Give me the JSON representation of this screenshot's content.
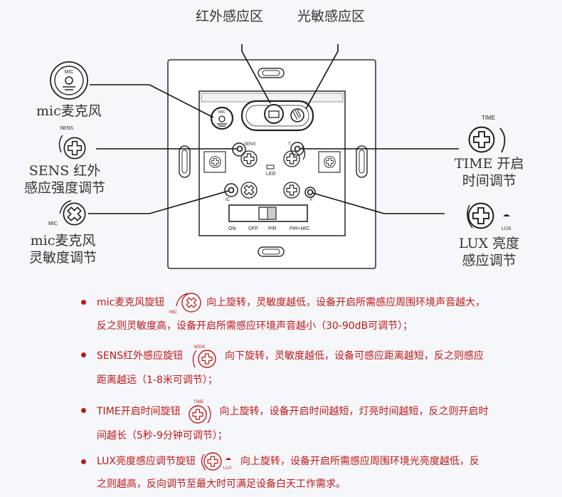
{
  "callouts": {
    "pir_zone": "红外感应区",
    "light_zone": "光敏感应区",
    "mic": "mic麦克风",
    "sens_line1": "SENS 红外",
    "sens_line2": "感应强度调节",
    "mic_sens_line1": "mic麦克风",
    "mic_sens_line2": "灵敏度调节",
    "time_line1": "TIME 开启",
    "time_line2": "时间调节",
    "lux_line1": "LUX 亮度",
    "lux_line2": "感应调节"
  },
  "icon_labels": {
    "mic": "MIC",
    "sens": "SENS",
    "time": "TIME",
    "lux": "LUX",
    "led": "LED"
  },
  "switch_positions": [
    "ON",
    "OFF",
    "PIR",
    "PIR+MIC"
  ],
  "bullets": [
    {
      "lead": "mic麦克风旋钮",
      "line1": "向上旋转，灵敏度越低，设备开启所需感应周围环境声音越大，",
      "line2": "反之则灵敏度高，设备开启所需感应环境声音越小（30-90dB可调节）；"
    },
    {
      "lead": "SENS红外感应旋钮",
      "line1": "向下旋转，灵敏度越低，设备可感应距离越短，反之则感应",
      "line2": "距离越远（1-8米可调节）；"
    },
    {
      "lead": "TIME开启时间旋钮",
      "line1": "向上旋转，设备开启时间越短，灯亮时间越短，反之则开启时",
      "line2": "间越长（5秒-9分钟可调节）；"
    },
    {
      "lead": "LUX亮度感应调节旋钮",
      "line1": "向上旋转，设备开启所需感应周围环境光亮度越低，反",
      "line2": "之则越高，反向调节至最大时可满足设备白天工作需求。"
    }
  ]
}
